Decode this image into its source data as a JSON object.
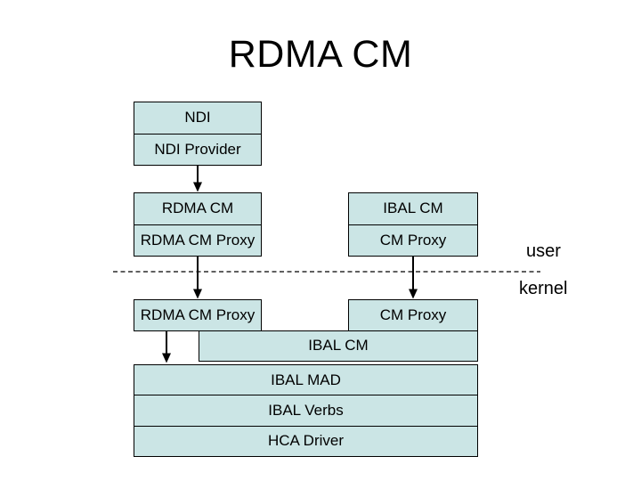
{
  "slide": {
    "title": "RDMA CM",
    "labels": {
      "user": "user",
      "kernel": "kernel"
    },
    "boxes": {
      "ndi": "NDI",
      "ndi_provider": "NDI Provider",
      "rdma_cm_user": "RDMA CM",
      "rdma_cm_proxy_user": "RDMA CM Proxy",
      "ibal_cm_user": "IBAL CM",
      "cm_proxy_user": "CM Proxy",
      "rdma_cm_proxy_kernel": "RDMA CM Proxy",
      "cm_proxy_kernel": "CM Proxy",
      "ibal_cm_kernel": "IBAL CM",
      "ibal_mad": "IBAL MAD",
      "ibal_verbs": "IBAL Verbs",
      "hca_driver": "HCA Driver"
    },
    "colors": {
      "background": "#FFFFFF",
      "box_fill": "#CBE5E5",
      "box_border": "#000000",
      "line": "#000000",
      "text": "#000000"
    }
  }
}
